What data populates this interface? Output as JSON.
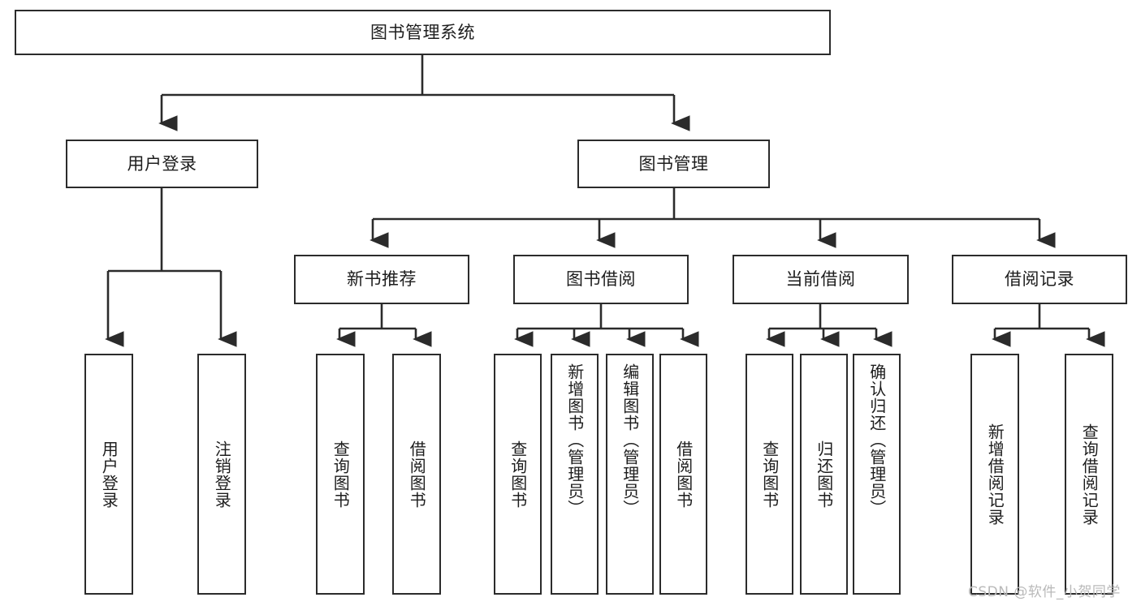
{
  "diagram": {
    "title": "图书管理系统",
    "type": "tree",
    "line_color": "#2b2b2b",
    "box_fill": "#ffffff",
    "text_color": "#1d1d1d",
    "background": "#ffffff"
  },
  "root": {
    "label": "图书管理系统"
  },
  "level1": [
    {
      "id": "user-login",
      "label": "用户登录"
    },
    {
      "id": "book-management",
      "label": "图书管理"
    }
  ],
  "level2": [
    {
      "id": "new-book-recommend",
      "label": "新书推荐"
    },
    {
      "id": "book-borrow",
      "label": "图书借阅"
    },
    {
      "id": "current-borrow",
      "label": "当前借阅"
    },
    {
      "id": "borrow-record",
      "label": "借阅记录"
    }
  ],
  "leaves": {
    "user_login": [
      {
        "id": "leaf-user-login",
        "label": "用户登录"
      },
      {
        "id": "leaf-logout",
        "label": "注销登录"
      }
    ],
    "new_book_recommend": [
      {
        "id": "leaf-query-book-1",
        "label": "查询图书"
      },
      {
        "id": "leaf-borrow-book-1",
        "label": "借阅图书"
      }
    ],
    "book_borrow": [
      {
        "id": "leaf-query-book-2",
        "label": "查询图书"
      },
      {
        "id": "leaf-add-book",
        "label": "新增图书（管理员）"
      },
      {
        "id": "leaf-edit-book",
        "label": "编辑图书（管理员）"
      },
      {
        "id": "leaf-borrow-book-2",
        "label": "借阅图书"
      }
    ],
    "current_borrow": [
      {
        "id": "leaf-query-book-3",
        "label": "查询图书"
      },
      {
        "id": "leaf-return-book",
        "label": "归还图书"
      },
      {
        "id": "leaf-confirm-return",
        "label": "确认归还（管理员）"
      }
    ],
    "borrow_record": [
      {
        "id": "leaf-add-record",
        "label": "新增借阅记录"
      },
      {
        "id": "leaf-query-record",
        "label": "查询借阅记录"
      }
    ]
  },
  "watermark": {
    "text": "CSDN @软件_小贺同学"
  }
}
